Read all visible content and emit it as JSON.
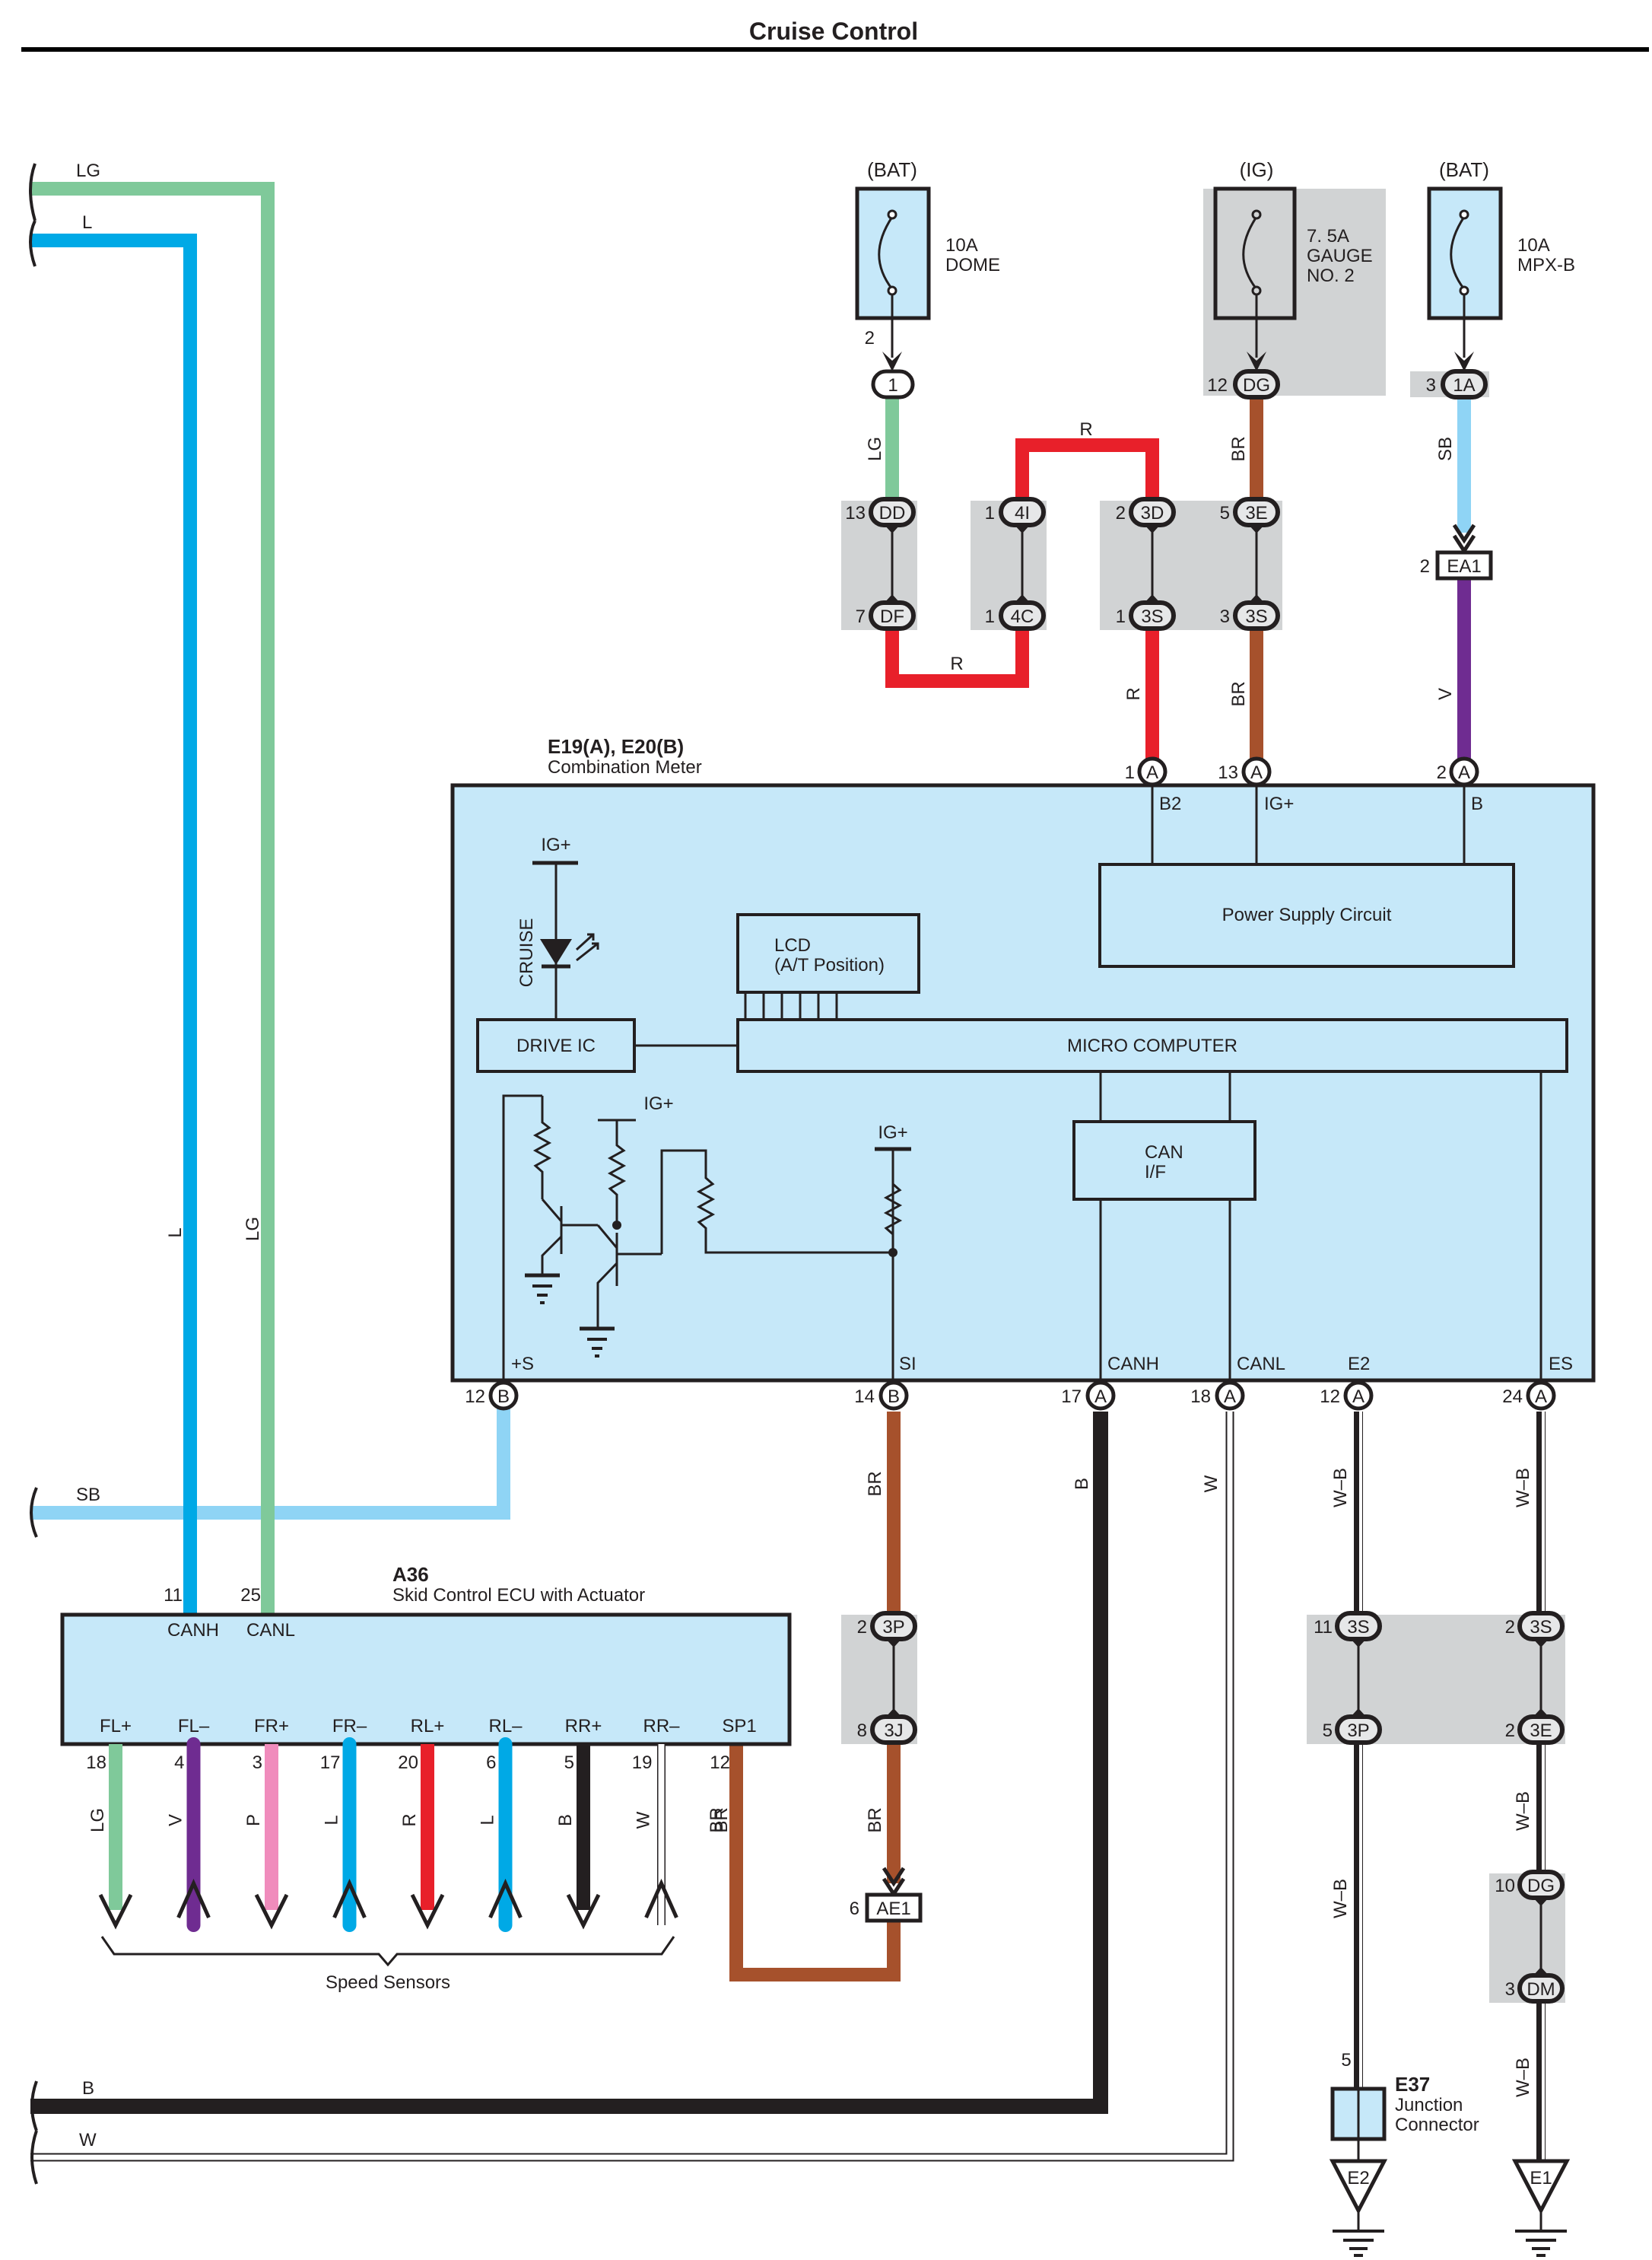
{
  "title": "Cruise Control",
  "colors": {
    "LG": "#7fc99a",
    "L": "#00a9e6",
    "SB": "#8fd4f5",
    "R": "#e8202a",
    "BR": "#a6512c",
    "V": "#6f2c91",
    "P": "#f08cbc",
    "B": "#231f20",
    "W": "#ffffff",
    "component_fill": "#c6e8f9",
    "junction_gray": "#d1d3d4"
  },
  "fuses": [
    {
      "source": "(BAT)",
      "rating": "10A",
      "name": "DOME",
      "pin": "2",
      "conn": "1"
    },
    {
      "source": "(IG)",
      "rating": "7. 5A",
      "name": "GAUGE",
      "name2": "NO. 2",
      "pin": "12",
      "conn": "DG"
    },
    {
      "source": "(BAT)",
      "rating": "10A",
      "name": "MPX-B",
      "pin": "3",
      "conn": "1A"
    }
  ],
  "junctions": {
    "dd_df": {
      "top_pin": "13",
      "top": "DD",
      "bot_pin": "7",
      "bot": "DF"
    },
    "4i_4c": {
      "top_pin": "1",
      "top": "4I",
      "bot_pin": "1",
      "bot": "4C"
    },
    "3d_3s": {
      "top_pin": "2",
      "top": "3D",
      "bot_pin": "1",
      "bot": "3S"
    },
    "3e_3s": {
      "top_pin": "5",
      "top": "3E",
      "bot_pin": "3",
      "bot": "3S"
    },
    "3p_3j": {
      "top_pin": "2",
      "top": "3P",
      "bot_pin": "8",
      "bot": "3J"
    },
    "3s_3p": {
      "top_pin": "11",
      "top": "3S",
      "bot_pin": "5",
      "bot": "3P"
    },
    "3s_3e": {
      "top_pin": "2",
      "top": "3S",
      "bot_pin": "2",
      "bot": "3E"
    },
    "dg_dm": {
      "top_pin": "10",
      "top": "DG",
      "bot_pin": "3",
      "bot": "DM"
    }
  },
  "inline_connectors": {
    "ea1": {
      "pin": "2",
      "name": "EA1"
    },
    "ae1": {
      "pin": "6",
      "name": "AE1"
    }
  },
  "wire_labels": {
    "lg_top": "LG",
    "l_top": "L",
    "sb_left": "SB",
    "b_bottom": "B",
    "w_bottom": "W",
    "lg_fuse": "LG",
    "r_bridge_top": "R",
    "r_bridge_bot": "R",
    "br_ig": "BR",
    "sb_mpx": "SB",
    "r_meter": "R",
    "br_meter": "BR",
    "v_meter": "V",
    "l_vert": "L",
    "lg_vert": "LG",
    "br_si": "BR",
    "b_canh": "B",
    "w_canl": "W",
    "wb_e2": "W–B",
    "wb_es": "W–B",
    "br_si_low": "BR",
    "br_sp1": "BR",
    "wb_e2_low": "W–B",
    "wb_es_mid": "W–B",
    "wb_es_low": "W–B"
  },
  "meter": {
    "id": "E19(A), E20(B)",
    "name": "Combination Meter",
    "top_pins": [
      {
        "pin": "1",
        "conn": "A",
        "label": "B2"
      },
      {
        "pin": "13",
        "conn": "A",
        "label": "IG+"
      },
      {
        "pin": "2",
        "conn": "A",
        "label": "B"
      }
    ],
    "bottom_pins": [
      {
        "pin": "12",
        "conn": "B",
        "label": "+S"
      },
      {
        "pin": "14",
        "conn": "B",
        "label": "SI"
      },
      {
        "pin": "17",
        "conn": "A",
        "label": "CANH"
      },
      {
        "pin": "18",
        "conn": "A",
        "label": "CANL"
      },
      {
        "pin": "12",
        "conn": "A",
        "label": "E2"
      },
      {
        "pin": "24",
        "conn": "A",
        "label": "ES"
      }
    ],
    "power_supply": "Power Supply Circuit",
    "lcd_line1": "LCD",
    "lcd_line2": "(A/T Position)",
    "drive_ic": "DRIVE IC",
    "micro": "MICRO COMPUTER",
    "can_line1": "CAN",
    "can_line2": "I/F",
    "cruise": "CRUISE",
    "ig_plus": "IG+"
  },
  "ecu": {
    "id": "A36",
    "name": "Skid Control ECU with Actuator",
    "top_pins": [
      {
        "pin": "11",
        "label": "CANH"
      },
      {
        "pin": "25",
        "label": "CANL"
      }
    ],
    "bottom_pins": [
      {
        "pin": "18",
        "label": "FL+",
        "wire": "LG",
        "dir": "down"
      },
      {
        "pin": "4",
        "label": "FL–",
        "wire": "V",
        "dir": "up"
      },
      {
        "pin": "3",
        "label": "FR+",
        "wire": "P",
        "dir": "down"
      },
      {
        "pin": "17",
        "label": "FR–",
        "wire": "L",
        "dir": "up"
      },
      {
        "pin": "20",
        "label": "RL+",
        "wire": "R",
        "dir": "down"
      },
      {
        "pin": "6",
        "label": "RL–",
        "wire": "L",
        "dir": "up"
      },
      {
        "pin": "5",
        "label": "RR+",
        "wire": "B",
        "dir": "down"
      },
      {
        "pin": "19",
        "label": "RR–",
        "wire": "W",
        "dir": "up"
      },
      {
        "pin": "12",
        "label": "SP1",
        "wire": "BR",
        "dir": "none"
      }
    ],
    "speed_sensors": "Speed Sensors"
  },
  "junction_connector": {
    "pin": "5",
    "id": "E37",
    "line1": "Junction",
    "line2": "Connector"
  },
  "grounds": [
    {
      "name": "E2"
    },
    {
      "name": "E1"
    }
  ]
}
